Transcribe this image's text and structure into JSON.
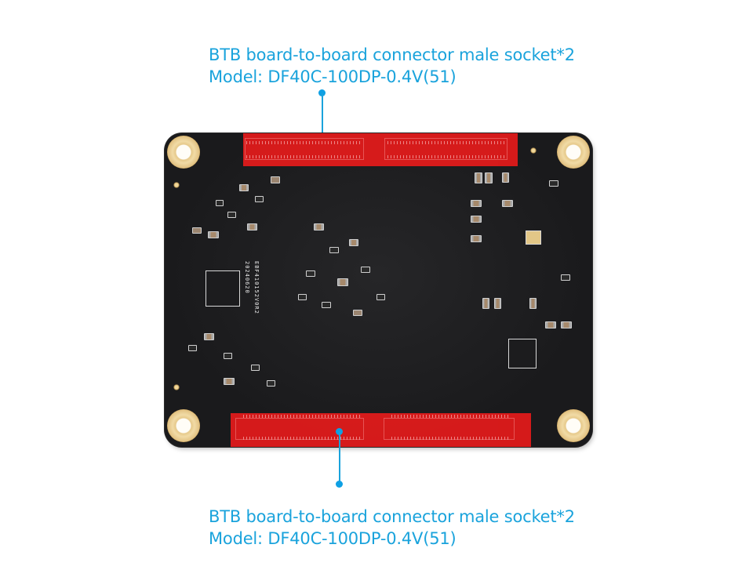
{
  "annotations": {
    "top": {
      "line1": "BTB board-to-board connector male socket*2",
      "line2": "Model: DF40C-100DP-0.4V(51)"
    },
    "bottom": {
      "line1": "BTB board-to-board connector male socket*2",
      "line2": "Model: DF40C-100DP-0.4V(51)"
    }
  },
  "board": {
    "silkscreen_part": "EBF410152V0R2",
    "silkscreen_date": "20240620"
  },
  "colors": {
    "accent": "#1aa3dc",
    "connector_highlight": "#e01b1b",
    "pcb": "#1b1b1d",
    "pad_gold": "#e3c787"
  }
}
